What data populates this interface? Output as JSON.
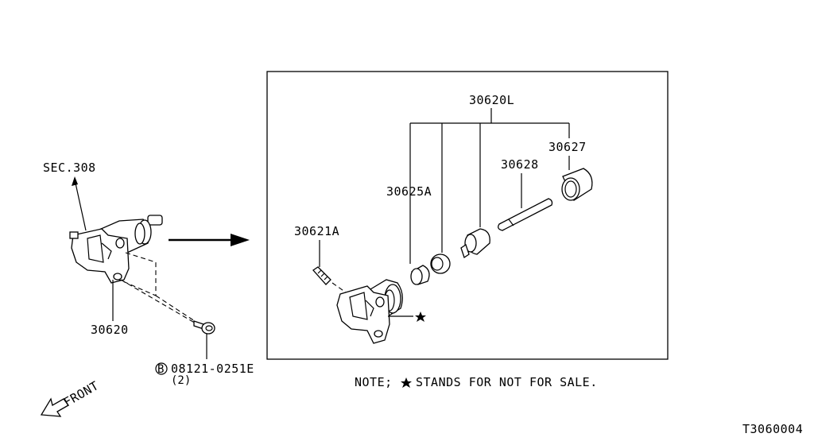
{
  "labels": {
    "sec_ref": "SEC.308",
    "assembly_part": "30620",
    "bolt_circle": "B",
    "bolt_part": "08121-0251E",
    "bolt_qty": "(2)",
    "front": "FRONT",
    "kit_part": "30620L",
    "boot_part": "30627",
    "push_rod_part": "30628",
    "piston_kit_part": "30625A",
    "bleeder_part": "30621A",
    "note_prefix": "NOTE;",
    "note_text": "STANDS FOR NOT FOR SALE.",
    "diagram_code": "T3060004"
  },
  "icons": {
    "star": "star-icon",
    "bolt_circle": "circled-b-icon",
    "front_arrow": "front-arrow-icon",
    "transfer_arrow": "right-arrow-icon"
  },
  "colors": {
    "ink": "#000000",
    "paper": "#ffffff"
  }
}
